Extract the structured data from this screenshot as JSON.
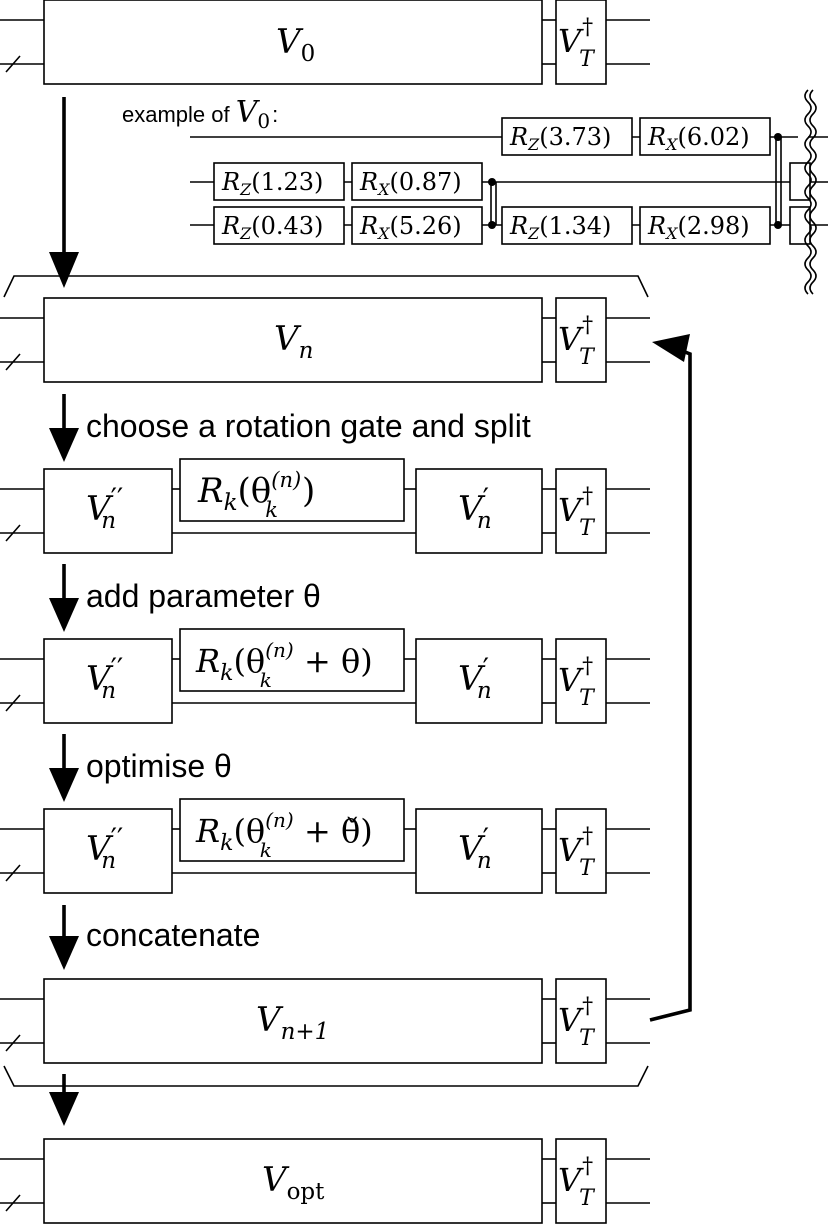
{
  "colors": {
    "stroke": "#000000",
    "background": "#ffffff"
  },
  "rows": {
    "v0": {
      "label_main": "V",
      "label_sub": "0"
    },
    "vn": {
      "label_main": "V",
      "label_sub": "n"
    },
    "vn1": {
      "label_main": "V",
      "label_sub": "n+1"
    },
    "vopt": {
      "label_main": "V",
      "label_sub": "opt"
    },
    "split": {
      "left_main": "V",
      "left_prime": "′′",
      "left_sub": "n",
      "right_main": "V",
      "right_prime": "′",
      "right_sub": "n"
    },
    "vt": {
      "main": "V",
      "sup": "†",
      "sub": "T"
    }
  },
  "gates": {
    "row1": {
      "pre": "R",
      "k": "k",
      "open": "(θ",
      "sup": "(n)",
      "sub": "k",
      "close": ")"
    },
    "row2": {
      "pre": "R",
      "k": "k",
      "open": "(θ",
      "sup": "(n)",
      "sub": "k",
      "close": " + θ)"
    },
    "row3": {
      "pre": "R",
      "k": "k",
      "open": "(θ",
      "sup": "(n)",
      "sub": "k",
      "close": " + θ̌)"
    }
  },
  "steps": {
    "choose": "choose a rotation gate and split",
    "add": "add parameter θ",
    "optimise": "optimise θ",
    "concatenate": "concatenate"
  },
  "example": {
    "label": "example of ",
    "label_main": "V",
    "label_sub": "0",
    "label_colon": ":",
    "gates": [
      {
        "axis": "Z",
        "angle": "(3.73)"
      },
      {
        "axis": "X",
        "angle": "(6.02)"
      },
      {
        "axis": "Z",
        "angle": "(1.23)"
      },
      {
        "axis": "X",
        "angle": "(0.87)"
      },
      {
        "axis": "Z",
        "angle": "(0.43)"
      },
      {
        "axis": "X",
        "angle": "(5.26)"
      },
      {
        "axis": "Z",
        "angle": "(1.34)"
      },
      {
        "axis": "X",
        "angle": "(2.98)"
      }
    ]
  }
}
